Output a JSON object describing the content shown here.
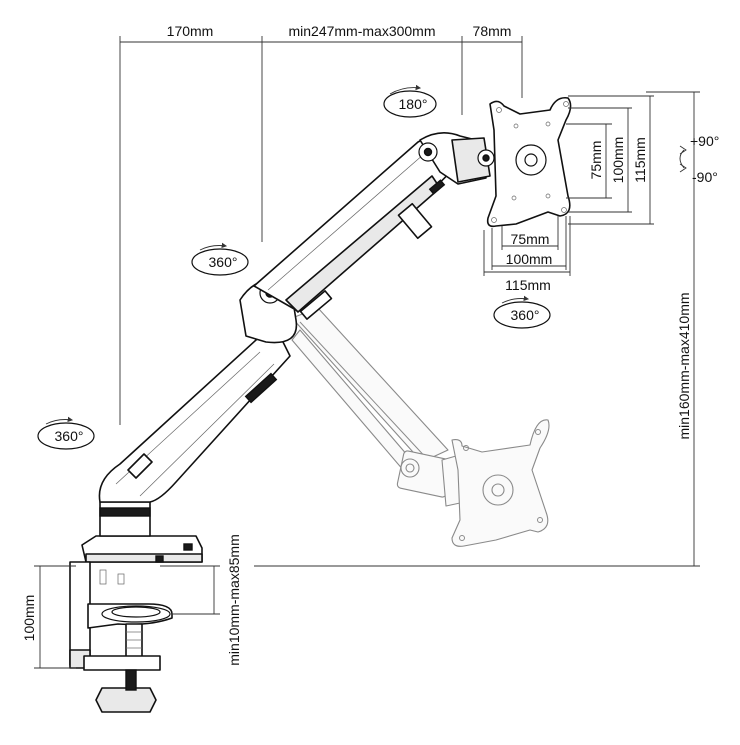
{
  "dimensions": {
    "arm_offset": "170mm",
    "arm_reach": "min247mm-max300mm",
    "head_offset": "78mm",
    "vesa_v75": "75mm",
    "vesa_v100": "100mm",
    "vesa_v115": "115mm",
    "vesa_h75": "75mm",
    "vesa_h100": "100mm",
    "vesa_h115": "115mm",
    "height_range": "min160mm-max410mm",
    "clamp_range": "min10mm-max85mm",
    "clamp_height": "100mm"
  },
  "rotations": {
    "head_tilt": "180°",
    "head_swivel": "360°",
    "arm_swivel": "360°",
    "base_swivel": "360°",
    "tilt_up": "+90°",
    "tilt_down": "-90°"
  }
}
